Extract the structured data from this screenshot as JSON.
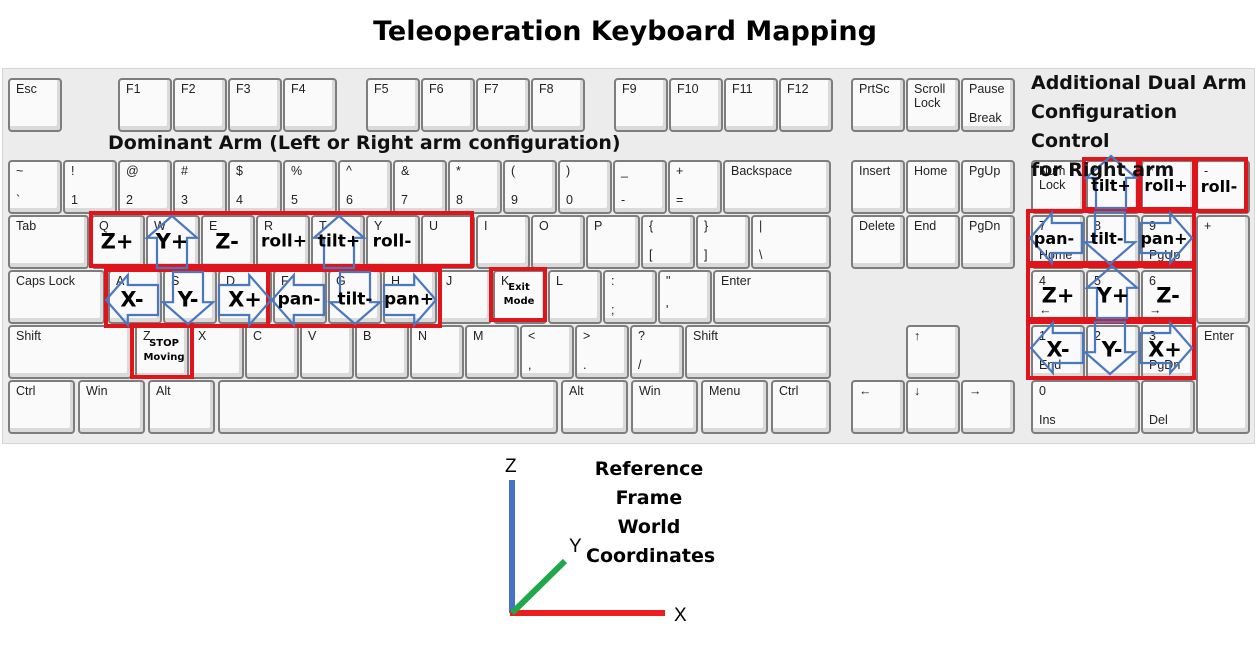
{
  "title": "Teleoperation Keyboard Mapping",
  "sections": {
    "dominant_arm": "Dominant Arm (Left or Right arm configuration)",
    "dual_arm": [
      "Additional Dual Arm",
      "Configuration Control",
      "for Right arm"
    ]
  },
  "reference_frame": {
    "label": [
      "Reference",
      "Frame",
      "World",
      "Coordinates"
    ],
    "axes": {
      "x": "X",
      "y": "Y",
      "z": "Z"
    },
    "colors": {
      "x": "#ee1c1c",
      "y": "#1fa84a",
      "z": "#4472c4"
    }
  },
  "colors": {
    "highlight": "#e0141b",
    "arrow": "#4a78c0",
    "panel": "#ececec"
  },
  "keys": {
    "esc": {
      "top": "Esc",
      "bot": ""
    },
    "f1": {
      "top": "F1",
      "bot": ""
    },
    "f2": {
      "top": "F2",
      "bot": ""
    },
    "f3": {
      "top": "F3",
      "bot": ""
    },
    "f4": {
      "top": "F4",
      "bot": ""
    },
    "f5": {
      "top": "F5",
      "bot": ""
    },
    "f6": {
      "top": "F6",
      "bot": ""
    },
    "f7": {
      "top": "F7",
      "bot": ""
    },
    "f8": {
      "top": "F8",
      "bot": ""
    },
    "f9": {
      "top": "F9",
      "bot": ""
    },
    "f10": {
      "top": "F10",
      "bot": ""
    },
    "f11": {
      "top": "F11",
      "bot": ""
    },
    "f12": {
      "top": "F12",
      "bot": ""
    },
    "prtsc": {
      "top": "PrtSc",
      "bot": ""
    },
    "scroll-lock": {
      "top": "Scroll\nLock",
      "bot": ""
    },
    "pause": {
      "top": "Pause",
      "bot": "Break"
    },
    "backtick": {
      "top": "~",
      "bot": "`"
    },
    "1": {
      "top": "!",
      "bot": "1"
    },
    "2": {
      "top": "@",
      "bot": "2"
    },
    "3": {
      "top": "#",
      "bot": "3"
    },
    "4": {
      "top": "$",
      "bot": "4"
    },
    "5": {
      "top": "%",
      "bot": "5"
    },
    "6": {
      "top": "^",
      "bot": "6"
    },
    "7": {
      "top": "&",
      "bot": "7"
    },
    "8": {
      "top": "*",
      "bot": "8"
    },
    "9": {
      "top": "(",
      "bot": "9"
    },
    "0": {
      "top": ")",
      "bot": "0"
    },
    "minus": {
      "top": "_",
      "bot": "-"
    },
    "equals": {
      "top": "+",
      "bot": "="
    },
    "backspace": {
      "top": "Backspace",
      "bot": ""
    },
    "insert": {
      "top": "Insert",
      "bot": ""
    },
    "home": {
      "top": "Home",
      "bot": ""
    },
    "pgup": {
      "top": "PgUp",
      "bot": ""
    },
    "numlock": {
      "top": "Num\nLock",
      "bot": ""
    },
    "num-slash": {
      "top": "",
      "bot": ""
    },
    "num-star": {
      "top": "*",
      "bot": ""
    },
    "num-minus": {
      "top": "-",
      "bot": ""
    },
    "tab": {
      "top": "Tab",
      "bot": ""
    },
    "q": {
      "top": "Q",
      "bot": ""
    },
    "w": {
      "top": "W",
      "bot": ""
    },
    "e": {
      "top": "E",
      "bot": ""
    },
    "r": {
      "top": "R",
      "bot": ""
    },
    "t": {
      "top": "T",
      "bot": ""
    },
    "y": {
      "top": "Y",
      "bot": ""
    },
    "u": {
      "top": "U",
      "bot": ""
    },
    "i": {
      "top": "I",
      "bot": ""
    },
    "o": {
      "top": "O",
      "bot": ""
    },
    "p": {
      "top": "P",
      "bot": ""
    },
    "lbracket": {
      "top": "{",
      "bot": "["
    },
    "rbracket": {
      "top": "}",
      "bot": "]"
    },
    "backslash": {
      "top": "|",
      "bot": "\\"
    },
    "delete": {
      "top": "Delete",
      "bot": ""
    },
    "end": {
      "top": "End",
      "bot": ""
    },
    "pgdn": {
      "top": "PgDn",
      "bot": ""
    },
    "num7": {
      "top": "7",
      "bot": "Home"
    },
    "num8": {
      "top": "8",
      "bot": ""
    },
    "num9": {
      "top": "9",
      "bot": "PgUp"
    },
    "num-plus": {
      "top": "+",
      "bot": ""
    },
    "capslock": {
      "top": "Caps Lock",
      "bot": ""
    },
    "a": {
      "top": "A",
      "bot": ""
    },
    "s": {
      "top": "S",
      "bot": ""
    },
    "d": {
      "top": "D",
      "bot": ""
    },
    "f": {
      "top": "F",
      "bot": ""
    },
    "g": {
      "top": "G",
      "bot": ""
    },
    "h": {
      "top": "H",
      "bot": ""
    },
    "j": {
      "top": "J",
      "bot": ""
    },
    "k": {
      "top": "K",
      "bot": ""
    },
    "l": {
      "top": "L",
      "bot": ""
    },
    "semicolon": {
      "top": ":",
      "bot": ";"
    },
    "quote": {
      "top": "\"",
      "bot": "'"
    },
    "enter": {
      "top": "Enter",
      "bot": ""
    },
    "num4": {
      "top": "4",
      "bot": "←"
    },
    "num5": {
      "top": "5",
      "bot": ""
    },
    "num6": {
      "top": "6",
      "bot": "→"
    },
    "lshift": {
      "top": "Shift",
      "bot": ""
    },
    "z": {
      "top": "Z",
      "bot": ""
    },
    "x": {
      "top": "X",
      "bot": ""
    },
    "c": {
      "top": "C",
      "bot": ""
    },
    "v": {
      "top": "V",
      "bot": ""
    },
    "b": {
      "top": "B",
      "bot": ""
    },
    "n": {
      "top": "N",
      "bot": ""
    },
    "m": {
      "top": "M",
      "bot": ""
    },
    "comma": {
      "top": "<",
      "bot": ","
    },
    "period": {
      "top": ">",
      "bot": "."
    },
    "slash": {
      "top": "?",
      "bot": "/"
    },
    "rshift": {
      "top": "Shift",
      "bot": ""
    },
    "up": {
      "top": "↑",
      "bot": ""
    },
    "num1": {
      "top": "1",
      "bot": "End"
    },
    "num2": {
      "top": "2",
      "bot": ""
    },
    "num3": {
      "top": "3",
      "bot": "PgDn"
    },
    "num-enter": {
      "top": "Enter",
      "bot": ""
    },
    "lctrl": {
      "top": "Ctrl",
      "bot": ""
    },
    "lwin": {
      "top": "Win",
      "bot": ""
    },
    "lalt": {
      "top": "Alt",
      "bot": ""
    },
    "space": {
      "top": "",
      "bot": ""
    },
    "ralt": {
      "top": "Alt",
      "bot": ""
    },
    "rwin": {
      "top": "Win",
      "bot": ""
    },
    "menu": {
      "top": "Menu",
      "bot": ""
    },
    "rctrl": {
      "top": "Ctrl",
      "bot": ""
    },
    "left": {
      "top": "←",
      "bot": ""
    },
    "down": {
      "top": "↓",
      "bot": ""
    },
    "right": {
      "top": "→",
      "bot": ""
    },
    "num0": {
      "top": "0",
      "bot": "Ins"
    },
    "num-dot": {
      "top": "",
      "bot": "Del"
    }
  },
  "mappings": {
    "q": "Z+",
    "w": "Y+",
    "e": "Z-",
    "r": "roll+",
    "t": "tilt+",
    "y": "roll-",
    "a": "X-",
    "s": "Y-",
    "d": "X+",
    "f": "pan-",
    "g": "tilt-",
    "h": "pan+",
    "k": [
      "Exit",
      "Mode"
    ],
    "z": [
      "STOP",
      "Moving"
    ],
    "num8_top": "tilt+",
    "num-star": "roll+",
    "num-minus": "roll-",
    "num7": "pan-",
    "num8": "tilt-",
    "num9": "pan+",
    "num4": "Z+",
    "num5": "Y+",
    "num6": "Z-",
    "num1": "X-",
    "num2": "Y-",
    "num3": "X+"
  }
}
